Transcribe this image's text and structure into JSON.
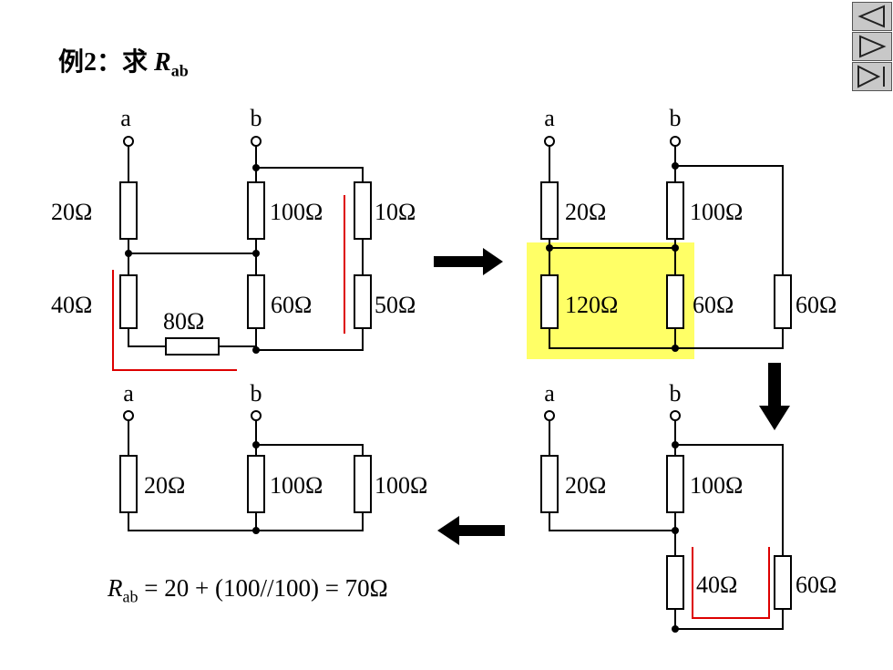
{
  "title": {
    "prefix": "例2：求 ",
    "symbol": "R",
    "subscript": "ab"
  },
  "terminals": {
    "a": "a",
    "b": "b"
  },
  "circuit1": {
    "r20": "20Ω",
    "r100": "100Ω",
    "r10": "10Ω",
    "r40": "40Ω",
    "r80": "80Ω",
    "r60": "60Ω",
    "r50": "50Ω"
  },
  "circuit2": {
    "r20": "20Ω",
    "r100": "100Ω",
    "r120": "120Ω",
    "r60a": "60Ω",
    "r60b": "60Ω"
  },
  "circuit3": {
    "r20": "20Ω",
    "r100": "100Ω",
    "r40": "40Ω",
    "r60": "60Ω"
  },
  "circuit4": {
    "r20": "20Ω",
    "r100a": "100Ω",
    "r100b": "100Ω"
  },
  "formula": {
    "symbol": "R",
    "subscript": "ab",
    "expression": " = 20 + (100//100) = 70Ω"
  },
  "colors": {
    "highlight": "#ffff66",
    "annotation": "#dd0000",
    "wire": "#000000"
  },
  "nav_icons": [
    "previous-icon",
    "next-icon",
    "last-icon"
  ]
}
